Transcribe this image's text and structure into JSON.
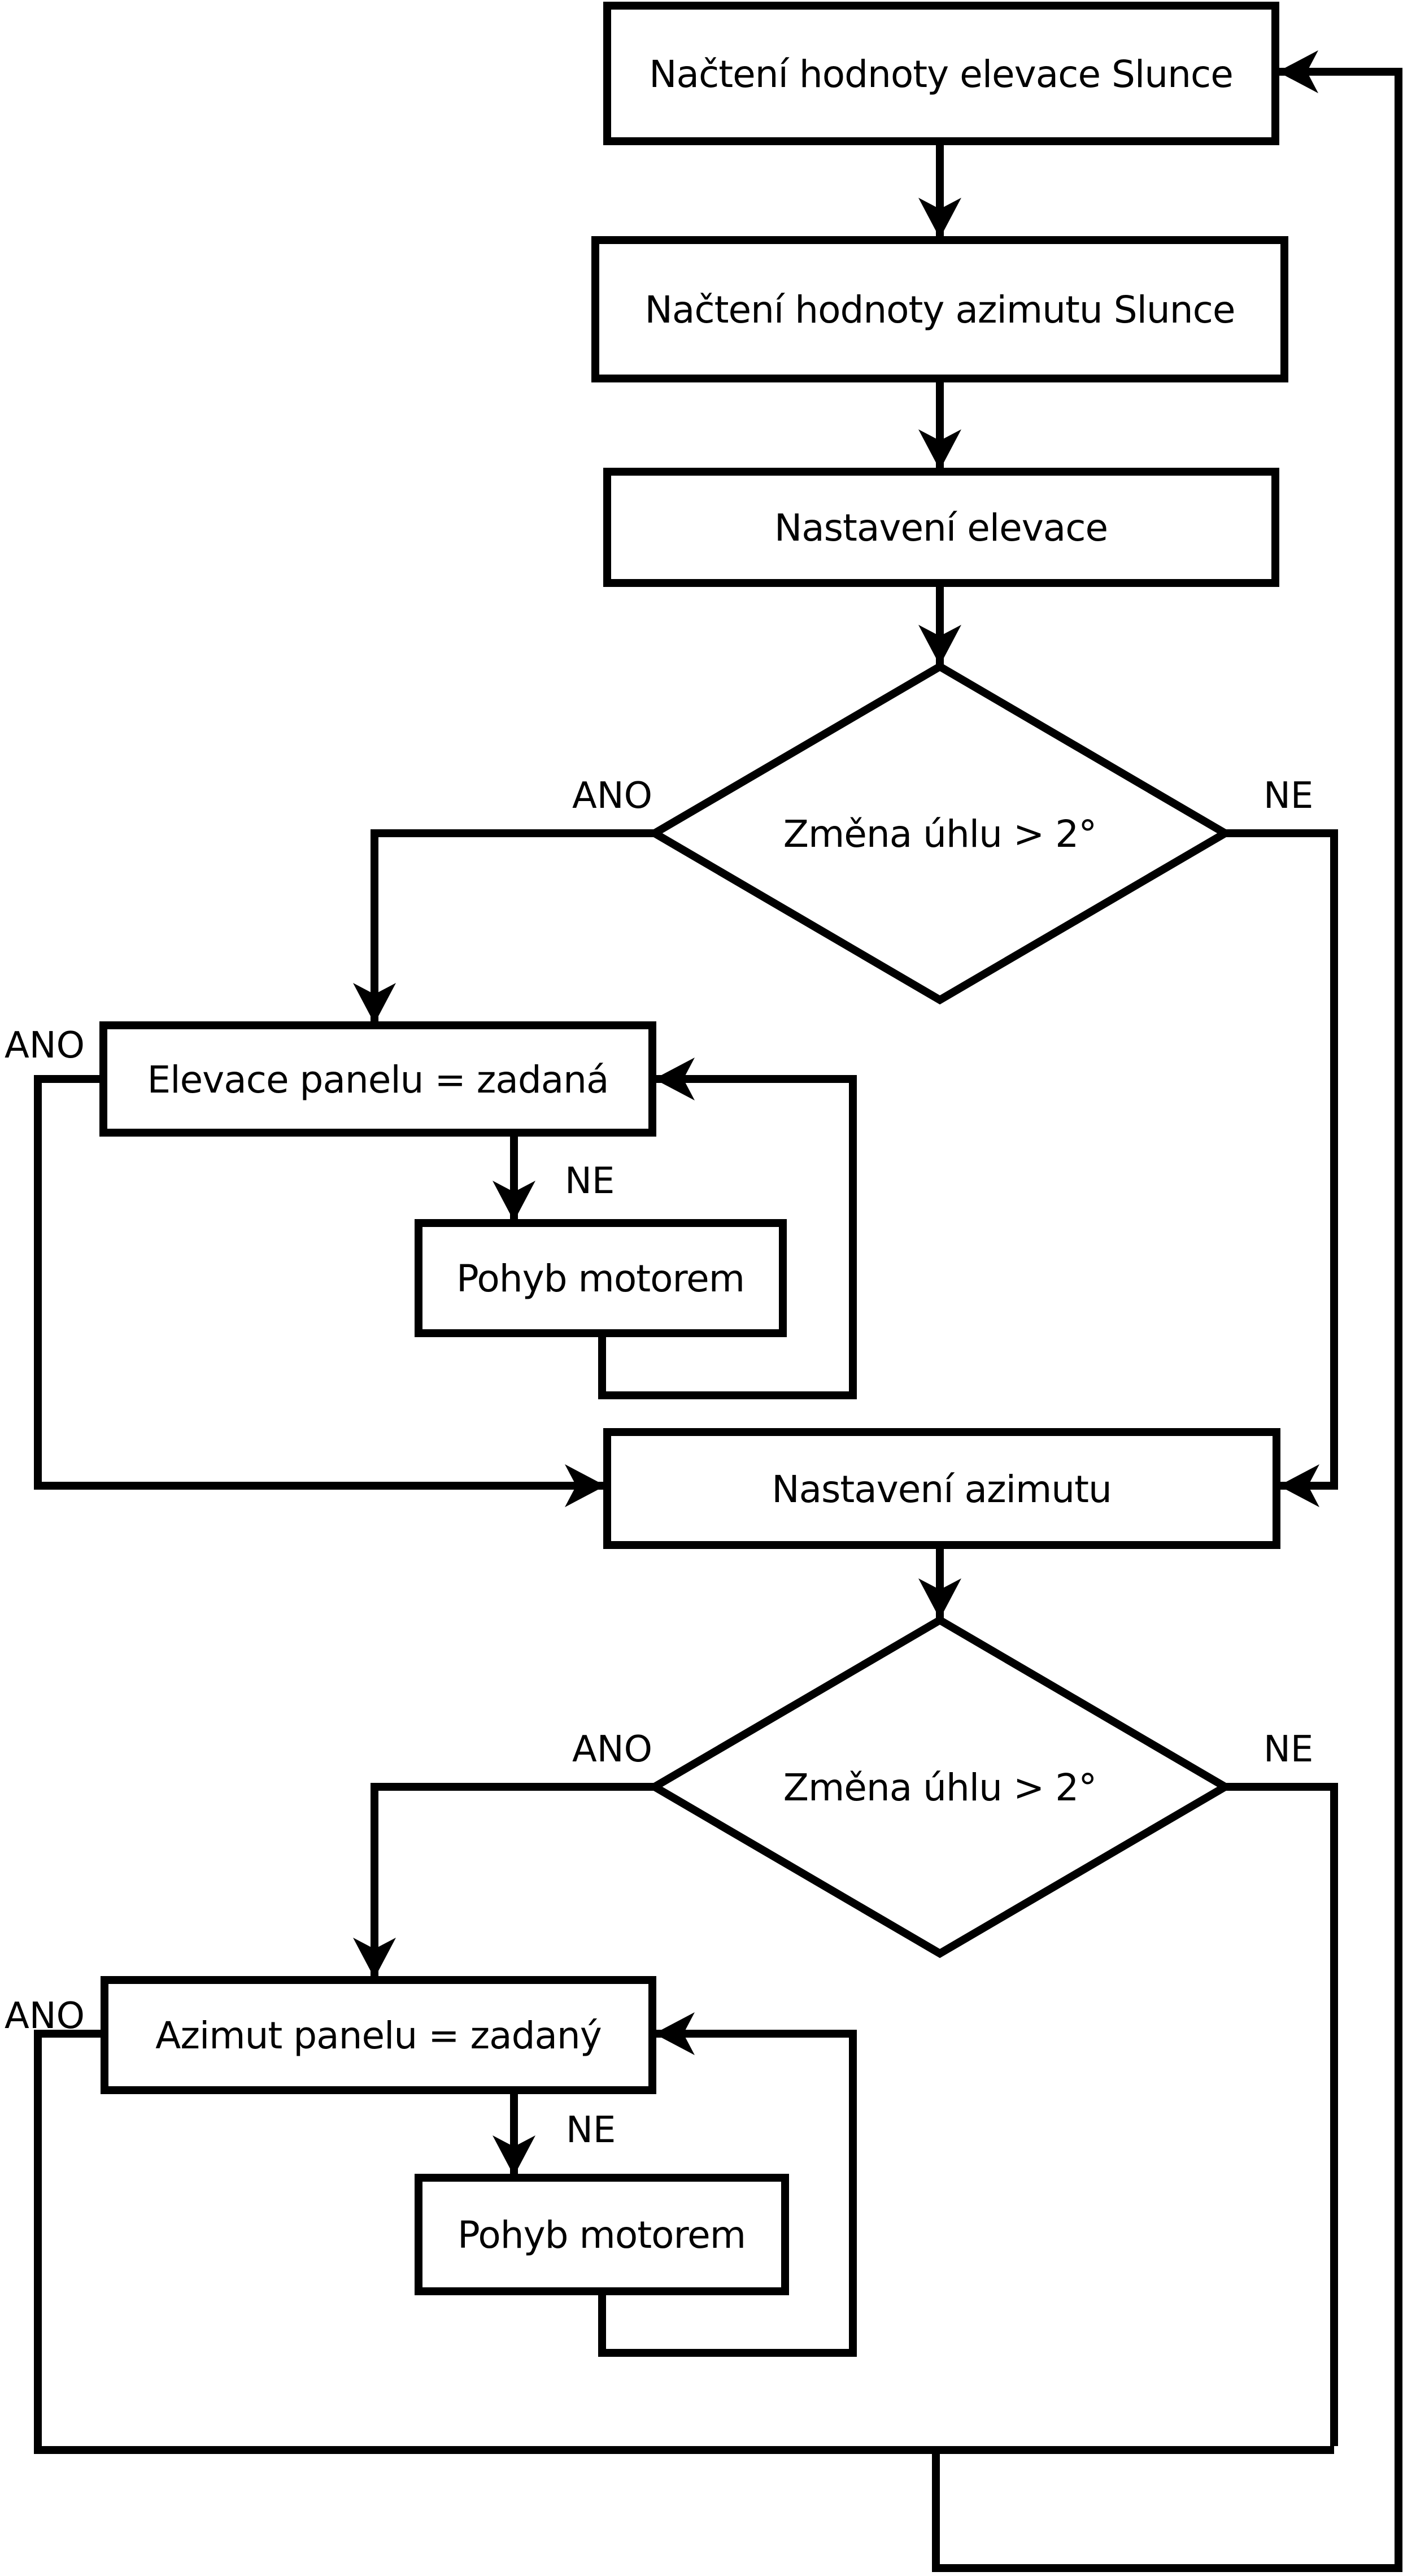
{
  "diagram": {
    "type": "flowchart",
    "language": "cs",
    "background_color": "#ffffff",
    "line_color": "#000000",
    "node_fill_color": "#ffffff",
    "nodes": {
      "read_elevation": {
        "label": "Načtení hodnoty elevace Slunce",
        "shape": "process"
      },
      "read_azimuth": {
        "label": "Načtení hodnoty azimutu Slunce",
        "shape": "process"
      },
      "set_elevation": {
        "label": "Nastavení elevace",
        "shape": "process"
      },
      "elevation_decision": {
        "label": "Změna úhlu > 2°",
        "shape": "decision"
      },
      "elevation_equals_target": {
        "label": "Elevace panelu = zadaná",
        "shape": "process"
      },
      "elevation_motor_move": {
        "label": "Pohyb motorem",
        "shape": "process"
      },
      "set_azimuth": {
        "label": "Nastavení azimutu",
        "shape": "process"
      },
      "azimuth_decision": {
        "label": "Změna úhlu > 2°",
        "shape": "decision"
      },
      "azimuth_equals_target": {
        "label": "Azimut panelu = zadaný",
        "shape": "process"
      },
      "azimuth_motor_move": {
        "label": "Pohyb motorem",
        "shape": "process"
      }
    },
    "branch_labels": {
      "yes": "ANO",
      "no": "NE"
    }
  }
}
